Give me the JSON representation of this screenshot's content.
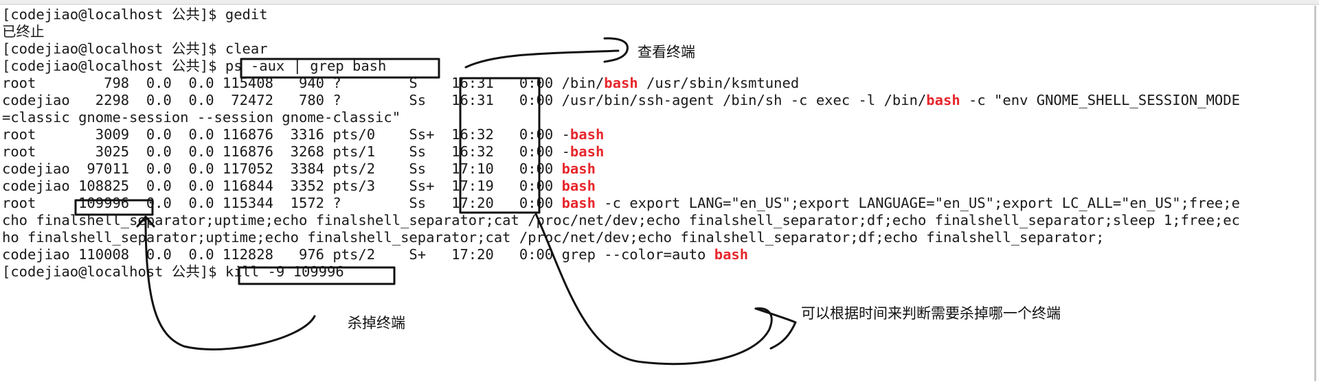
{
  "terminal": {
    "lines": [
      {
        "segments": [
          {
            "text": "[codejiao@localhost 公共]$ gedit"
          }
        ]
      },
      {
        "segments": [
          {
            "text": "已终止"
          }
        ]
      },
      {
        "segments": [
          {
            "text": "[codejiao@localhost 公共]$ clear"
          }
        ]
      },
      {
        "segments": [
          {
            "text": "[codejiao@localhost 公共]$ ps -aux | grep bash"
          }
        ]
      },
      {
        "segments": [
          {
            "text": "root        798  0.0  0.0 115408   940 ?        S    16:31   0:00 /bin/"
          },
          {
            "text": "bash",
            "hl": true
          },
          {
            "text": " /usr/sbin/ksmtuned"
          }
        ]
      },
      {
        "segments": [
          {
            "text": "codejiao   2298  0.0  0.0  72472   780 ?        Ss   16:31   0:00 /usr/bin/ssh-agent /bin/sh -c exec -l /bin/"
          },
          {
            "text": "bash",
            "hl": true
          },
          {
            "text": " -c \"env GNOME_SHELL_SESSION_MODE"
          }
        ]
      },
      {
        "segments": [
          {
            "text": "=classic gnome-session --session gnome-classic\""
          }
        ]
      },
      {
        "segments": [
          {
            "text": "root       3009  0.0  0.0 116876  3316 pts/0    Ss+  16:32   0:00 -"
          },
          {
            "text": "bash",
            "hl": true
          }
        ]
      },
      {
        "segments": [
          {
            "text": "root       3025  0.0  0.0 116876  3268 pts/1    Ss   16:32   0:00 -"
          },
          {
            "text": "bash",
            "hl": true
          }
        ]
      },
      {
        "segments": [
          {
            "text": "codejiao  97011  0.0  0.0 117052  3384 pts/2    Ss   17:10   0:00 "
          },
          {
            "text": "bash",
            "hl": true
          }
        ]
      },
      {
        "segments": [
          {
            "text": "codejiao 108825  0.0  0.0 116844  3352 pts/3    Ss+  17:19   0:00 "
          },
          {
            "text": "bash",
            "hl": true
          }
        ]
      },
      {
        "segments": [
          {
            "text": "root     109996  0.0  0.0 115344  1572 ?        Ss   17:20   0:00 "
          },
          {
            "text": "bash",
            "hl": true
          },
          {
            "text": " -c export LANG=\"en_US\";export LANGUAGE=\"en_US\";export LC_ALL=\"en_US\";free;e"
          }
        ]
      },
      {
        "segments": [
          {
            "text": "cho finalshell_separator;uptime;echo finalshell_separator;cat /proc/net/dev;echo finalshell_separator;df;echo finalshell_separator;sleep 1;free;ec"
          }
        ]
      },
      {
        "segments": [
          {
            "text": "ho finalshell_separator;uptime;echo finalshell_separator;cat /proc/net/dev;echo finalshell_separator;df;echo finalshell_separator;"
          }
        ]
      },
      {
        "segments": [
          {
            "text": "codejiao 110008  0.0  0.0 112828   976 pts/2    S+   17:20   0:00 grep --color=auto "
          },
          {
            "text": "bash",
            "hl": true
          }
        ]
      },
      {
        "segments": [
          {
            "text": "[codejiao@localhost 公共]$ kill -9 109996"
          }
        ]
      }
    ]
  },
  "annotations": {
    "view_terminal": "查看终端",
    "kill_terminal": "杀掉终端",
    "judge_by_time": "可以根据时间来判断需要杀掉哪一个终端"
  },
  "colors": {
    "highlight": "#e8262b",
    "text": "#1a1a1a",
    "background": "#ffffff",
    "annotation_ink": "#111111"
  }
}
